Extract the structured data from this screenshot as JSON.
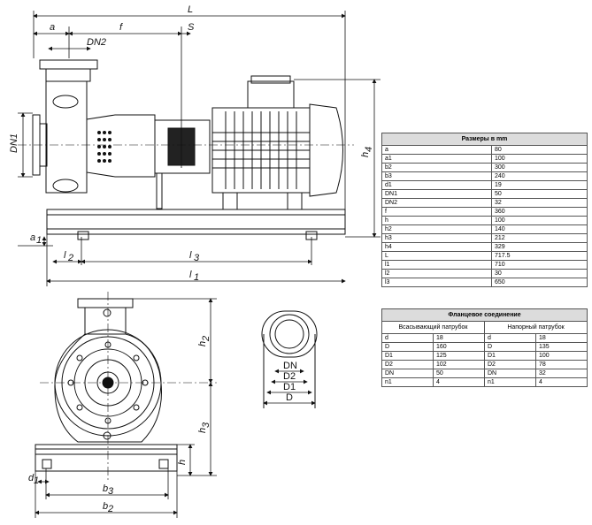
{
  "drawing": {
    "side_view_dims": {
      "L": "L",
      "a": "a",
      "f": "f",
      "S": "S",
      "DN2": "DN2",
      "DN1": "DN1",
      "h4": "h",
      "h4_sub": "4",
      "a1": "a",
      "a1_sub": "1",
      "l2": "l",
      "l2_sub": "2",
      "l3": "l",
      "l3_sub": "3",
      "l1": "l",
      "l1_sub": "1"
    },
    "front_view_dims": {
      "h2": "h",
      "h2_sub": "2",
      "h3": "h",
      "h3_sub": "3",
      "h": "h",
      "d1": "d",
      "d1_sub": "1",
      "b3": "b",
      "b3_sub": "3",
      "b2": "b",
      "b2_sub": "2"
    },
    "flange_view_dims": {
      "DN": "DN",
      "D2": "D2",
      "D1": "D1",
      "D": "D"
    }
  },
  "sizes_table": {
    "title": "Размеры в mm",
    "rows": [
      [
        "a",
        "80"
      ],
      [
        "a1",
        "100"
      ],
      [
        "b2",
        "300"
      ],
      [
        "b3",
        "240"
      ],
      [
        "d1",
        "19"
      ],
      [
        "DN1",
        "50"
      ],
      [
        "DN2",
        "32"
      ],
      [
        "f",
        "360"
      ],
      [
        "h",
        "100"
      ],
      [
        "h2",
        "140"
      ],
      [
        "h3",
        "212"
      ],
      [
        "h4",
        "329"
      ],
      [
        "L",
        "717.5"
      ],
      [
        "l1",
        "710"
      ],
      [
        "l2",
        "30"
      ],
      [
        "l3",
        "650"
      ]
    ]
  },
  "flange_table": {
    "title": "Фланцевое соединение",
    "suction_header": "Всасывающий патрубок",
    "discharge_header": "Напорный патрубок",
    "rows": [
      [
        "d",
        "18",
        "d",
        "18"
      ],
      [
        "D",
        "160",
        "D",
        "135"
      ],
      [
        "D1",
        "125",
        "D1",
        "100"
      ],
      [
        "D2",
        "102",
        "D2",
        "78"
      ],
      [
        "DN",
        "50",
        "DN",
        "32"
      ],
      [
        "n1",
        "4",
        "n1",
        "4"
      ]
    ]
  }
}
